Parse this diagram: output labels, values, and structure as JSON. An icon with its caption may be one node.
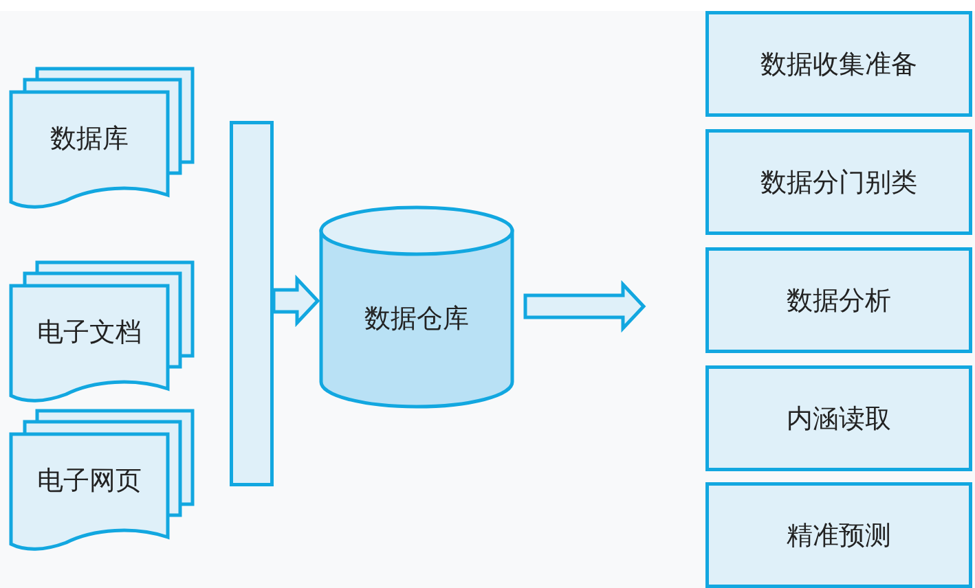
{
  "diagram": {
    "nodes": [
      {
        "text": [
          "数据库"
        ]
      },
      {
        "text": [
          "电子文档"
        ]
      },
      {
        "text": [
          "电子网页"
        ]
      },
      {
        "text": [],
        "shape": "bar"
      },
      {
        "text": [
          "数据仓库"
        ]
      },
      {
        "text": [
          "数据收集准备"
        ]
      },
      {
        "text": [
          "数据分门别类"
        ]
      },
      {
        "text": [
          "数据分析"
        ]
      },
      {
        "text": [
          "内涵读取"
        ]
      },
      {
        "text": [
          "精准预测"
        ]
      }
    ],
    "edges": [
      {
        "from": 3,
        "to": 4,
        "arrow": "to"
      },
      {
        "from": 4,
        "to": null,
        "arrow": "to"
      }
    ]
  }
}
